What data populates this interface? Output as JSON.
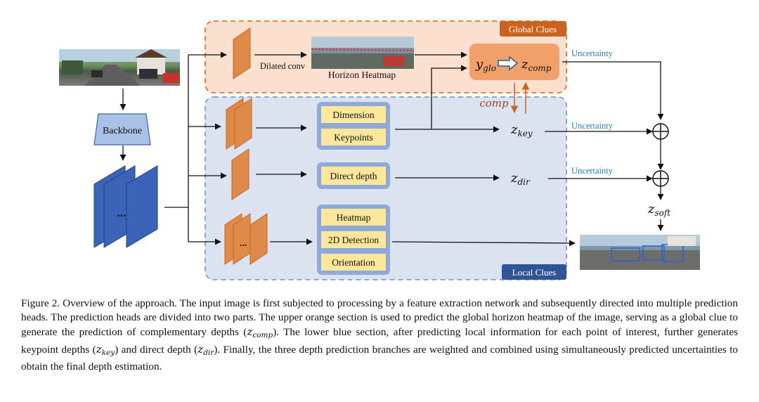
{
  "regions": {
    "global_label": "Global Clues",
    "local_label": "Local Clues"
  },
  "backbone": {
    "label": "Backbone"
  },
  "feature_stack": {
    "ellipsis": "..."
  },
  "global_branch": {
    "dilated_conv": "Dilated conv",
    "horizon_heatmap": "Horizon Heatmap",
    "y_glo": {
      "base": "y",
      "sub": "glo"
    },
    "z_comp": {
      "base": "z",
      "sub": "comp"
    },
    "comp_label": "comp",
    "uncertainty": "Uncertainty"
  },
  "keypoint_branch": {
    "items": [
      "Dimension",
      "Keypoints"
    ],
    "z_key": {
      "base": "z",
      "sub": "key"
    },
    "uncertainty": "Uncertainty"
  },
  "direct_branch": {
    "items": [
      "Direct depth"
    ],
    "z_dir": {
      "base": "z",
      "sub": "dir"
    },
    "uncertainty": "Uncertainty"
  },
  "detection_branch": {
    "items": [
      "Heatmap",
      "2D Detection",
      "Orientation"
    ],
    "ellipsis": "..."
  },
  "output": {
    "z_soft": {
      "base": "z",
      "sub": "soft"
    },
    "plus_symbol": "⊕"
  },
  "colors": {
    "global_fill": "#fbe0cf",
    "global_border": "#e2772f",
    "local_fill": "#dbe3f1",
    "local_border": "#7f9fd0",
    "global_tag_fill": "#c9631f",
    "local_tag_fill": "#2f5597",
    "comp_box": "#f2a06a",
    "head_orange": "#e08a4a",
    "feature_blue": "#3b64b8",
    "backbone_fill": "#a9c1e6",
    "item_fill": "#fde79a",
    "item_group_border": "#8faad9",
    "uncertainty_text": "#2a7ab8",
    "comp_text": "#9a4a1a"
  },
  "caption": {
    "p1": "Figure 2. Overview of the approach. The input image is first subjected to processing by a feature extraction network and subsequently directed into multiple prediction heads. The prediction heads are divided into two parts. The upper orange section is used to predict the global horizon heatmap of the image, serving as a global clue to generate the prediction of complementary depths (",
    "z1_base": "z",
    "z1_sub": "comp",
    "p2": "). The lower blue section, after predicting local information for each point of interest, further generates keypoint depths (",
    "z2_base": "z",
    "z2_sub": "key",
    "p3": ") and direct depth (",
    "z3_base": "z",
    "z3_sub": "dir",
    "p4": "). Finally, the three depth prediction branches are weighted and combined using simultaneously predicted uncertainties to obtain the final depth estimation."
  }
}
